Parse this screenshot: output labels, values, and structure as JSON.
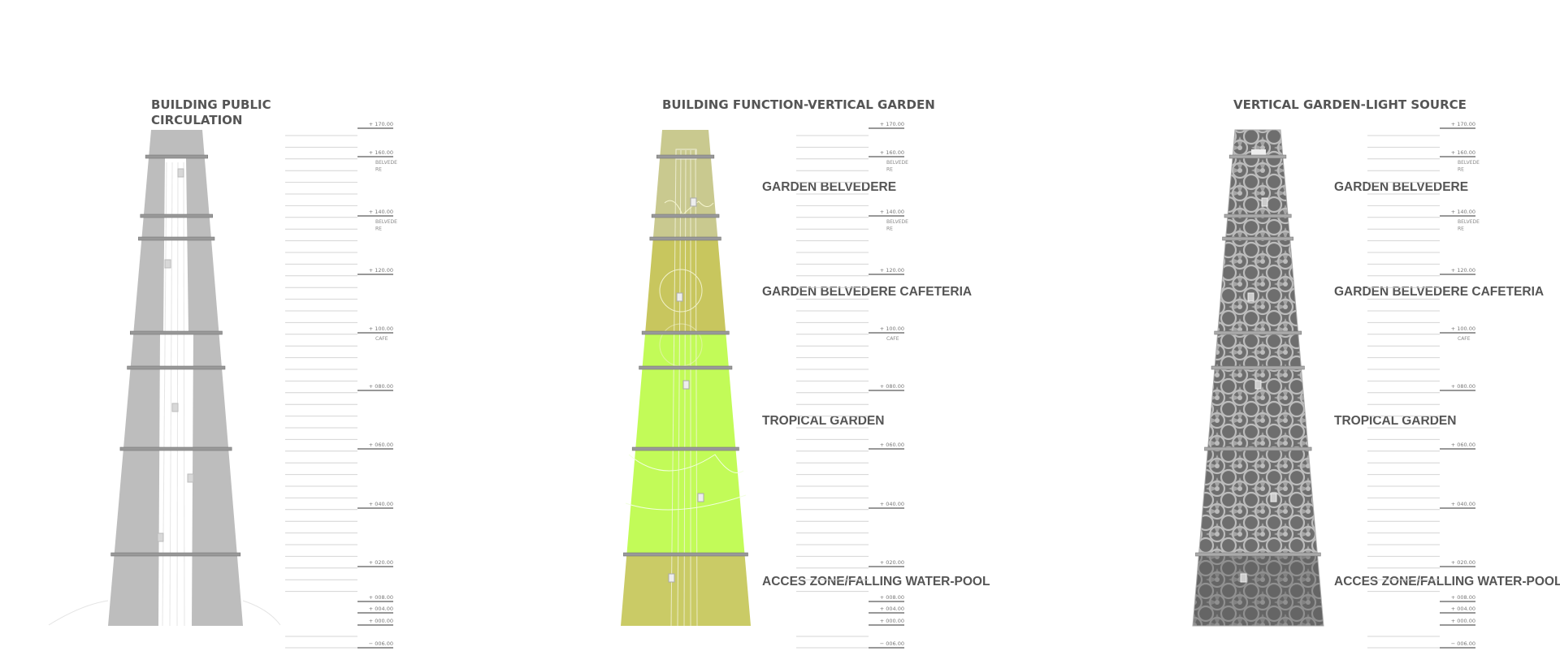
{
  "panels": [
    {
      "title_lines": [
        "BUILDING PUBLIC",
        "CIRCULATION"
      ],
      "style": "circulation"
    },
    {
      "title_lines": [
        "BUILDING FUNCTION-VERTICAL GARDEN"
      ],
      "style": "garden"
    },
    {
      "title_lines": [
        "VERTICAL GARDEN-LIGHT SOURCE"
      ],
      "style": "light"
    }
  ],
  "sections": [
    "GARDEN BELVEDERE",
    "GARDEN BELVEDERE CAFETERIA",
    "TROPICAL GARDEN",
    "ACCES ZONE/FALLING WATER-POOL"
  ],
  "levels": [
    {
      "value": 170,
      "label": "+ 170.00",
      "note": []
    },
    {
      "value": 160,
      "label": "+ 160.00",
      "note": [
        "BELVEDE",
        "RE"
      ]
    },
    {
      "value": 140,
      "label": "+ 140.00",
      "note": [
        "BELVEDE",
        "RE"
      ]
    },
    {
      "value": 120,
      "label": "+ 120.00",
      "note": []
    },
    {
      "value": 100,
      "label": "+ 100.00",
      "note": [
        "CAFE"
      ]
    },
    {
      "value": 80,
      "label": "+ 080.00",
      "note": []
    },
    {
      "value": 60,
      "label": "+ 060.00",
      "note": []
    },
    {
      "value": 40,
      "label": "+ 040.00",
      "note": []
    },
    {
      "value": 20,
      "label": "+ 020.00",
      "note": []
    },
    {
      "value": 8,
      "label": "+ 008.00",
      "note": []
    },
    {
      "value": 4,
      "label": "+ 004.00",
      "note": []
    },
    {
      "value": 0,
      "label": "+ 000.00",
      "note": []
    },
    {
      "value": -6,
      "label": "− 006.00",
      "note": []
    }
  ],
  "colors": {
    "text": "#555555",
    "tower_grey": "#bdbdbd",
    "garden_top": "#c9c98f",
    "garden_mid": "#c8c65e",
    "garden_tropical": "#c2fb58",
    "garden_base": "#cacb66",
    "light_bg": "#6e6e6e",
    "light_pattern": "#bcbcbc"
  }
}
